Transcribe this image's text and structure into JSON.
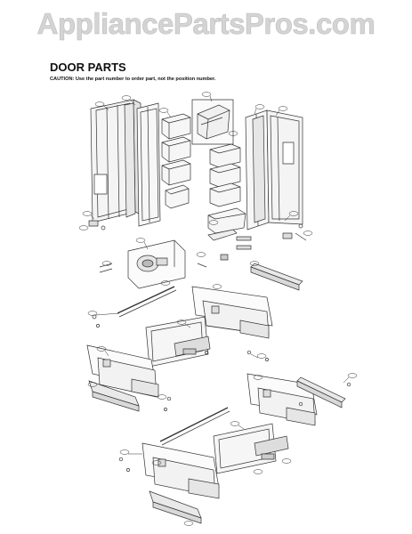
{
  "watermark": "AppliancePartsPros.com",
  "title": "DOOR PARTS",
  "caution": "CAUTION: Use the part number to order part, not the position number."
}
